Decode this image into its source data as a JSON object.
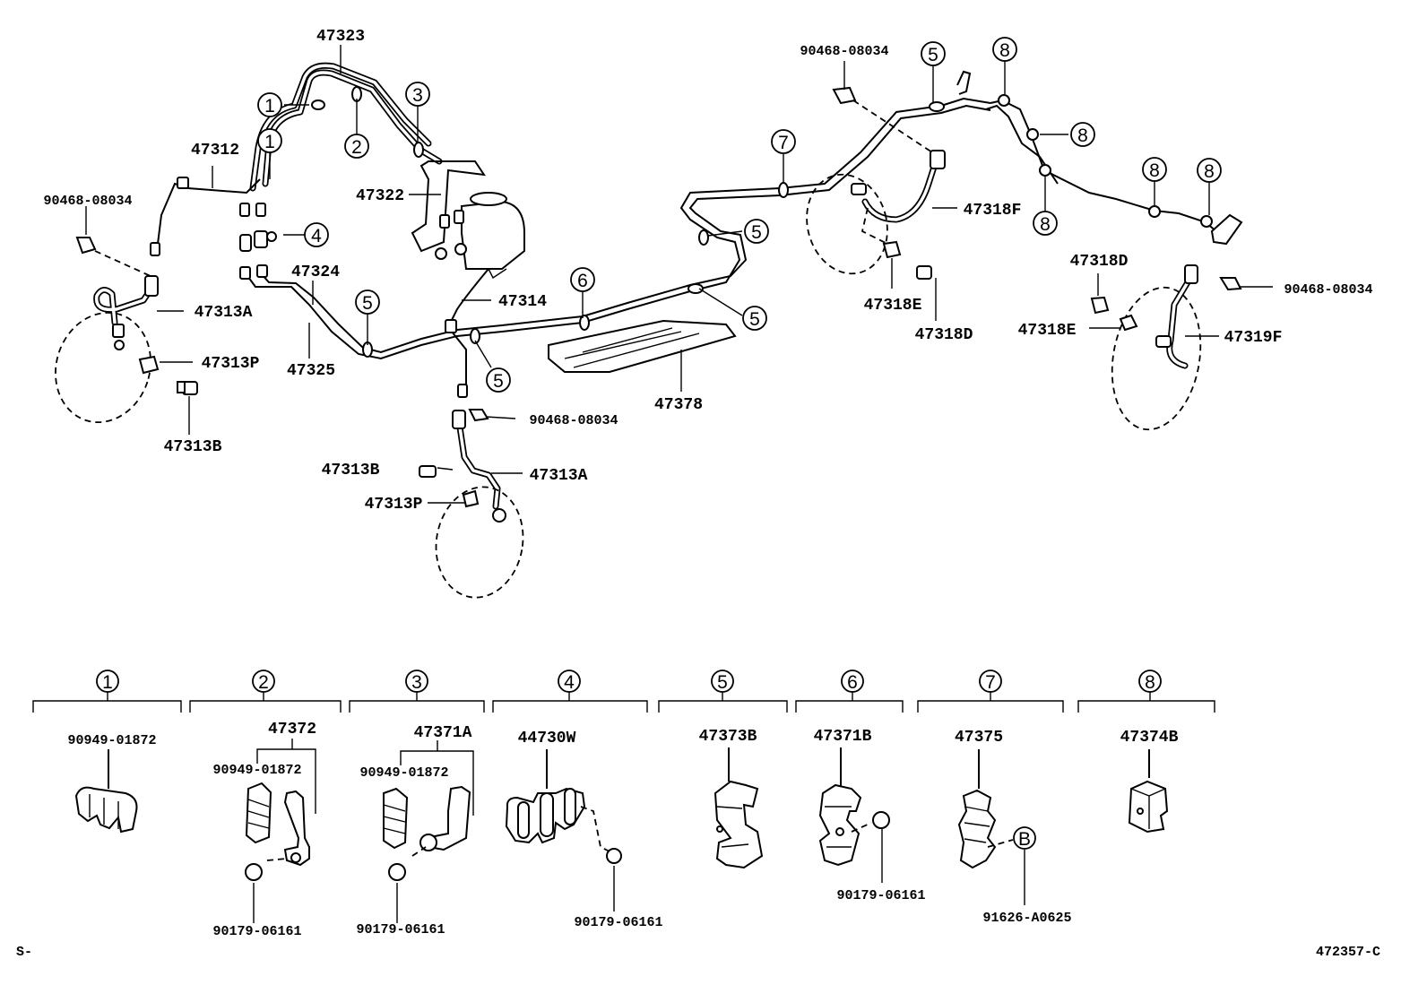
{
  "callouts": {
    "c1": "1",
    "c2": "2",
    "c3": "3",
    "c4": "4",
    "c5": "5",
    "c6": "6",
    "c7": "7",
    "c8": "8",
    "cb": "B"
  },
  "parts": {
    "p47323": "47323",
    "p47312": "47312",
    "p47322": "47322",
    "p90468_left": "90468-08034",
    "p47324": "47324",
    "p47313A_left": "47313A",
    "p47314": "47314",
    "p47313P_left": "47313P",
    "p47325": "47325",
    "p47313B_left": "47313B",
    "p47378": "47378",
    "p90468_mid": "90468-08034",
    "p47313B_mid": "47313B",
    "p47313A_mid": "47313A",
    "p47313P_mid": "47313P",
    "p90468_top": "90468-08034",
    "p47318F": "47318F",
    "p47318E_left": "47318E",
    "p47318D_left": "47318D",
    "p47318D_right": "47318D",
    "p47318E_right": "47318E",
    "p47319F": "47319F",
    "p90468_right": "90468-08034"
  },
  "legend": {
    "g1_part": "90949-01872",
    "g2_group": "47372",
    "g2_part": "90949-01872",
    "g2_bolt": "90179-06161",
    "g3_group": "47371A",
    "g3_part": "90949-01872",
    "g3_bolt": "90179-06161",
    "g4_part": "44730W",
    "g4_bolt": "90179-06161",
    "g5_part": "47373B",
    "g6_part": "47371B",
    "g6_bolt": "90179-06161",
    "g7_part": "47375",
    "g7_bolt": "91626-A0625",
    "g8_part": "47374B"
  },
  "footer": {
    "left": "S-",
    "right": "472357-C"
  }
}
